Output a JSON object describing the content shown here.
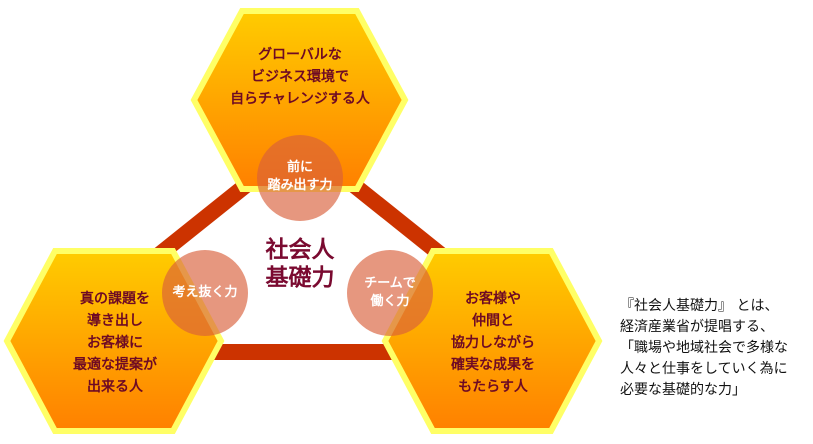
{
  "center": {
    "line1": "社会人",
    "line2": "基礎力"
  },
  "hexagons": {
    "top": {
      "lines": [
        "グローバルな",
        "ビジネス環境で",
        "自らチャレンジする人"
      ]
    },
    "left": {
      "lines": [
        "真の課題を",
        "導き出し",
        "お客様に",
        "最適な提案が",
        "出来る人"
      ]
    },
    "right": {
      "lines": [
        "お客様や",
        "仲間と",
        "協力しながら",
        "確実な成果を",
        "もたらす人"
      ]
    }
  },
  "circles": {
    "top": {
      "lines": [
        "前に",
        "踏み出す力"
      ]
    },
    "left": {
      "lines": [
        "考え抜く力"
      ]
    },
    "right": {
      "lines": [
        "チームで",
        "働く力"
      ]
    }
  },
  "note": {
    "lines": [
      "『社会人基礎力』 とは、",
      "経済産業省が提唱する、",
      "「職場や地域社会で多様な",
      "人々と仕事をしていく為に",
      "必要な基礎的な力」"
    ]
  },
  "colors": {
    "line": "#cc3300",
    "hex_top": "#ffcc00",
    "hex_bottom": "#ff8000",
    "hex_border": "#ffff66",
    "circle": "#e07050",
    "text": "#6e0a24"
  }
}
